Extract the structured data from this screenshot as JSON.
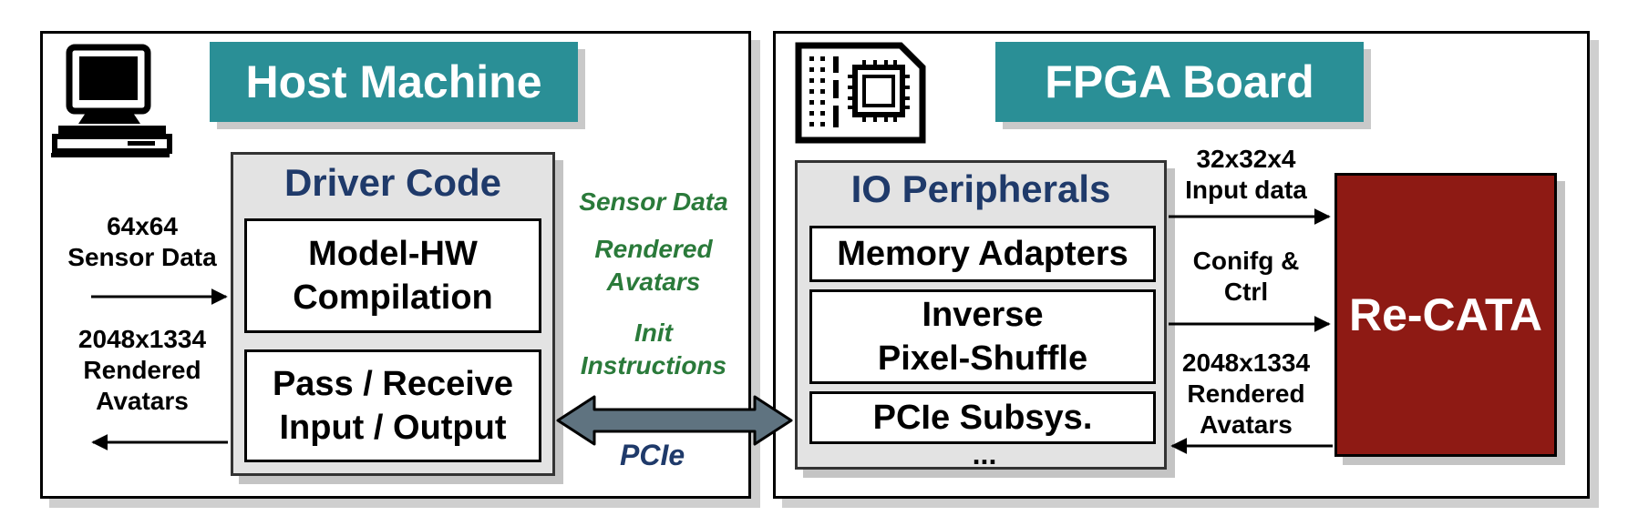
{
  "host": {
    "title": "Host Machine",
    "driver_title": "Driver Code",
    "box1": [
      "Model-HW",
      "Compilation"
    ],
    "box2": [
      "Pass / Receive",
      "Input / Output"
    ],
    "input_label": [
      "64x64",
      "Sensor Data"
    ],
    "output_label": [
      "2048x1334",
      "Rendered",
      "Avatars"
    ]
  },
  "link": {
    "items": [
      "Sensor Data",
      "Rendered",
      "Avatars",
      "Init",
      "Instructions"
    ],
    "bus": "PCIe"
  },
  "fpga": {
    "title": "FPGA Board",
    "io_title": "IO Peripherals",
    "box1": "Memory Adapters",
    "box2": [
      "Inverse",
      "Pixel-Shuffle"
    ],
    "box3": "PCIe Subsys.",
    "more": "...",
    "in_label": [
      "32x32x4",
      "Input data"
    ],
    "ctrl_label": [
      "Conifg &",
      "Ctrl"
    ],
    "out_label": [
      "2048x1334",
      "Rendered",
      "Avatars"
    ],
    "accelerator": "Re-CATA"
  },
  "colors": {
    "banner": "#2a8f96",
    "title_blue": "#1f3a6a",
    "green_text": "#2a7a3a",
    "accelerator": "#8e1a14",
    "pcie_arrow": "#5f7380"
  },
  "icons": [
    "computer-icon",
    "fpga-chip-icon"
  ]
}
